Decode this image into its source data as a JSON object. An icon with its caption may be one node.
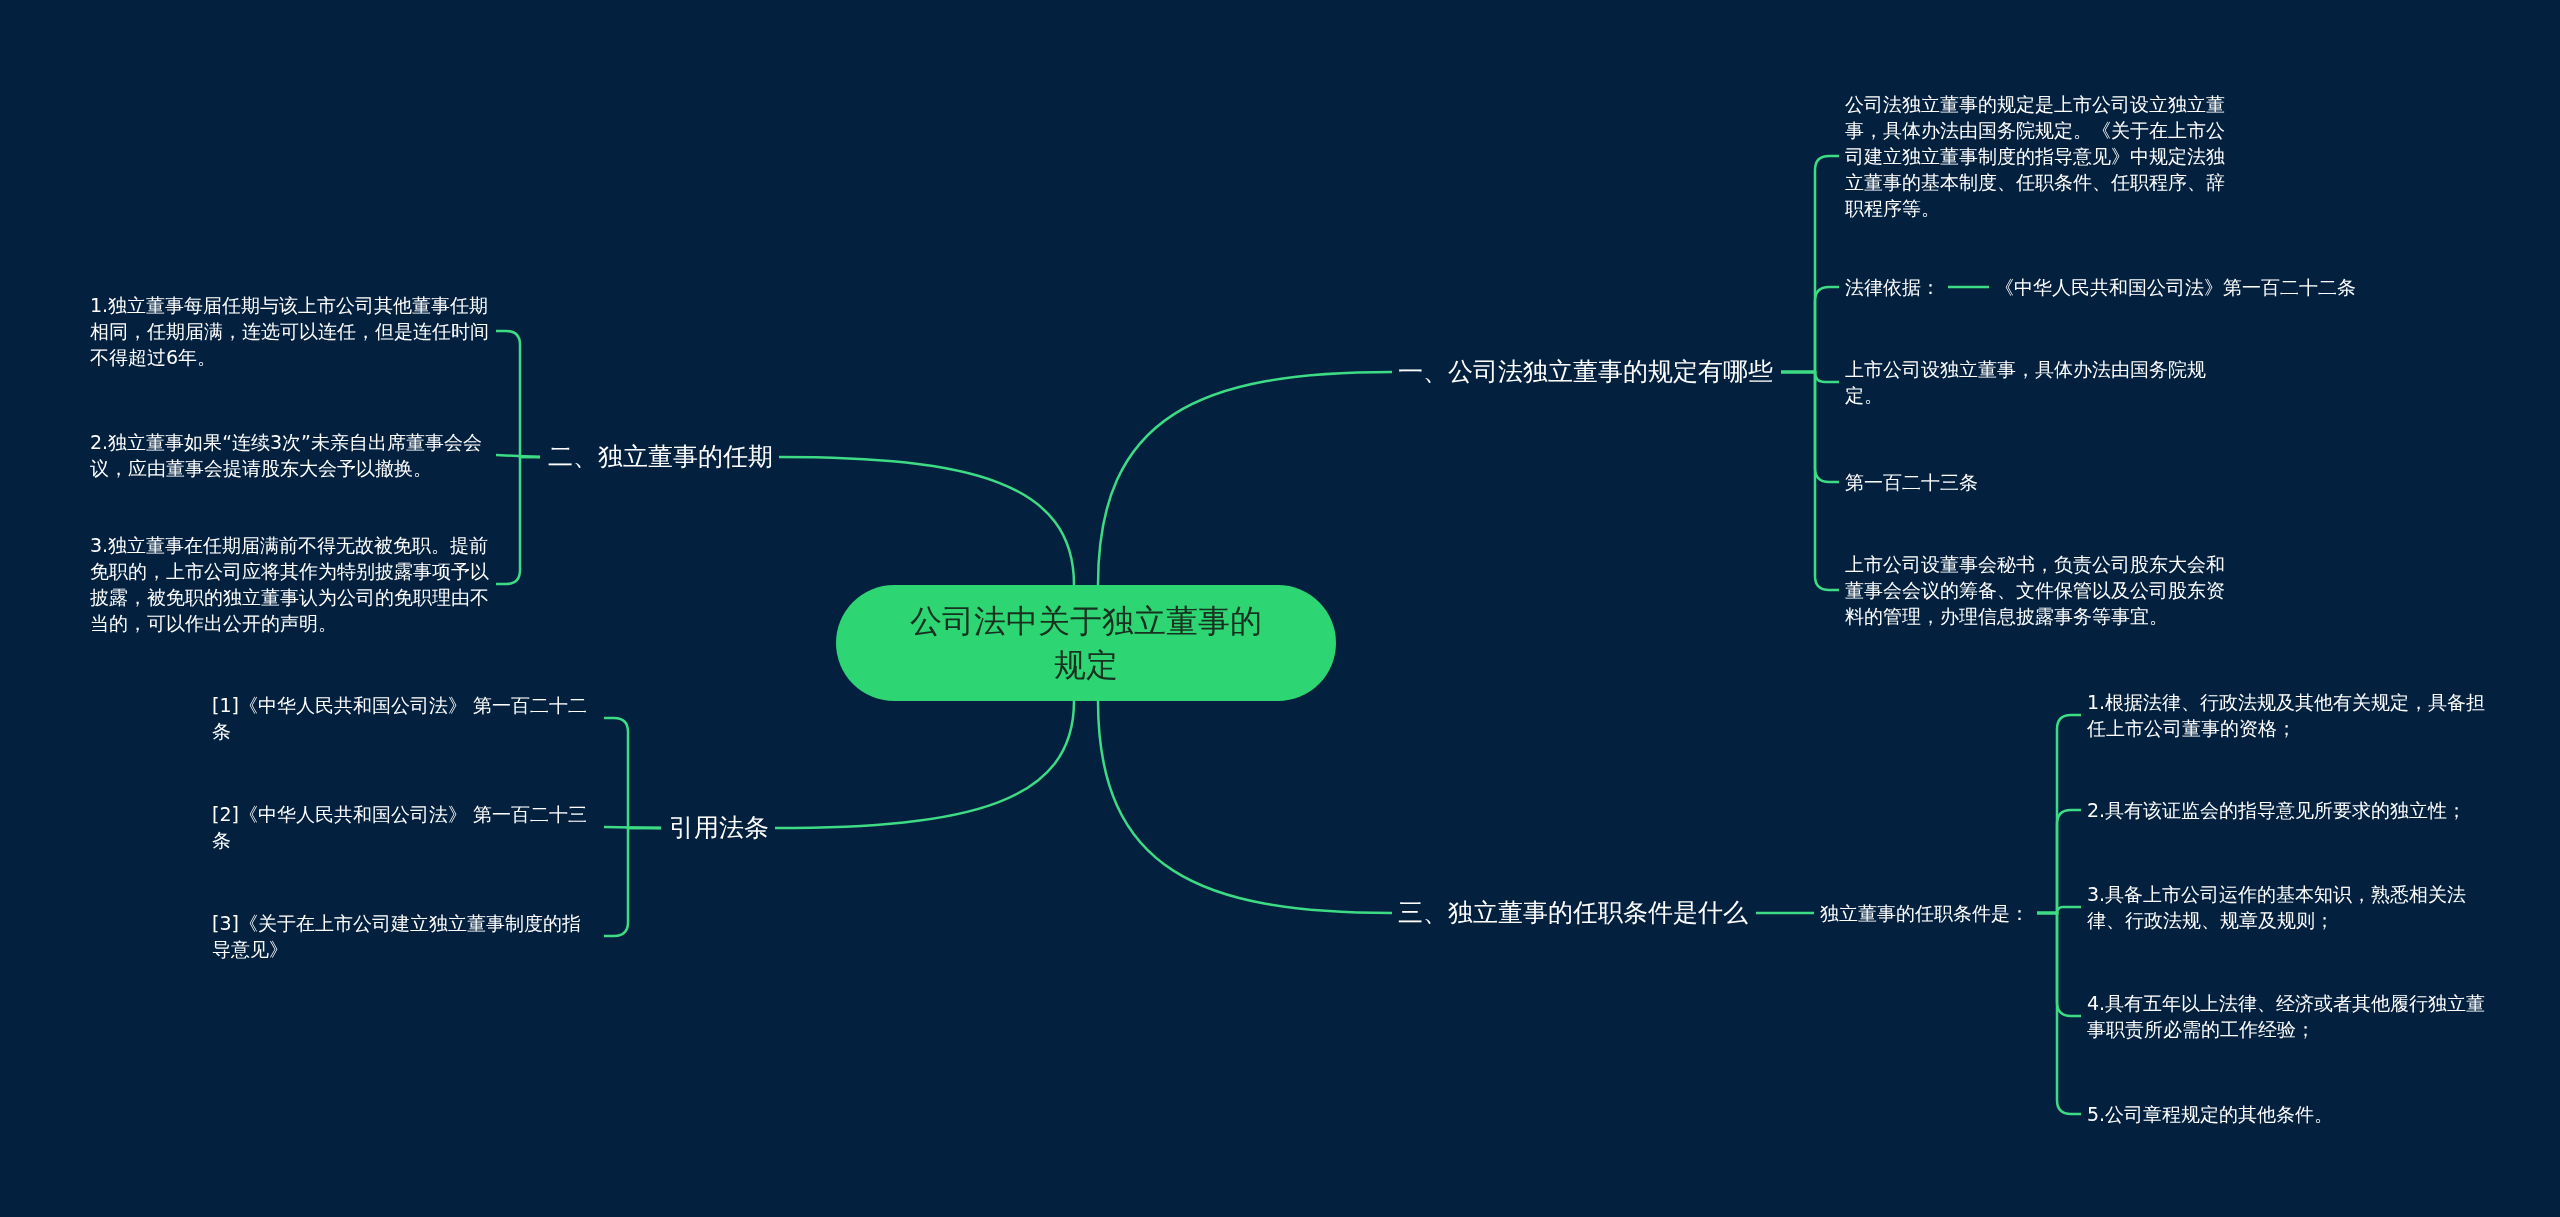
{
  "diagram": {
    "nodes": [
      {
        "text": [
          "公司法中关于独立董事的规定"
        ]
      },
      {
        "text": [
          "一、公司法独立董事的规定有哪些"
        ]
      },
      {
        "text": [
          "公司法独立董事的规定是上市公司设立独立董事，具体办法由国务院规定。《关于在上市公司建立独立董事制度的指导意见》中规定法独立董事的基本制度、任职条件、任职程序、辞职程序等。"
        ]
      },
      {
        "text": [
          "法律依据："
        ]
      },
      {
        "text": [
          "《中华人民共和国公司法》第一百二十二条"
        ]
      },
      {
        "text": [
          "上市公司设独立董事，具体办法由国务院规定。"
        ]
      },
      {
        "text": [
          "第一百二十三条"
        ]
      },
      {
        "text": [
          "上市公司设董事会秘书，负责公司股东大会和董事会会议的筹备、文件保管以及公司股东资料的管理，办理信息披露事务等事宜。"
        ]
      },
      {
        "text": [
          "二、独立董事的任期"
        ]
      },
      {
        "text": [
          "1.独立董事每届任期与该上市公司其他董事任期相同，任期届满，连选可以连任，但是连任时间不得超过6年。"
        ]
      },
      {
        "text": [
          "2.独立董事如果“连续3次”未亲自出席董事会会议，应由董事会提请股东大会予以撤换。"
        ]
      },
      {
        "text": [
          "3.独立董事在任期届满前不得无故被免职。提前免职的，上市公司应将其作为特别披露事项予以披露，被免职的独立董事认为公司的免职理由不当的，可以作出公开的声明。"
        ]
      },
      {
        "text": [
          "引用法条"
        ]
      },
      {
        "text": [
          "[1]《中华人民共和国公司法》 第一百二十二条"
        ]
      },
      {
        "text": [
          "[2]《中华人民共和国公司法》 第一百二十三条"
        ]
      },
      {
        "text": [
          "[3]《关于在上市公司建立独立董事制度的指导意见》"
        ]
      },
      {
        "text": [
          "三、独立董事的任职条件是什么"
        ]
      },
      {
        "text": [
          "独立董事的任职条件是："
        ]
      },
      {
        "text": [
          "1.根据法律、行政法规及其他有关规定，具备担任上市公司董事的资格；"
        ]
      },
      {
        "text": [
          "2.具有该证监会的指导意见所要求的独立性；"
        ]
      },
      {
        "text": [
          "3.具备上市公司运作的基本知识，熟悉相关法律、行政法规、规章及规则；"
        ]
      },
      {
        "text": [
          "4.具有五年以上法律、经济或者其他履行独立董事职责所必需的工作经验；"
        ]
      },
      {
        "text": [
          "5.公司章程规定的其他条件。"
        ]
      }
    ],
    "edges": [
      {
        "from": 0,
        "to": 1,
        "arrow": "none"
      },
      {
        "from": 0,
        "to": 8,
        "arrow": "none"
      },
      {
        "from": 0,
        "to": 12,
        "arrow": "none"
      },
      {
        "from": 0,
        "to": 16,
        "arrow": "none"
      },
      {
        "from": 1,
        "to": 2,
        "arrow": "none"
      },
      {
        "from": 1,
        "to": 3,
        "arrow": "none"
      },
      {
        "from": 3,
        "to": 4,
        "arrow": "none"
      },
      {
        "from": 1,
        "to": 5,
        "arrow": "none"
      },
      {
        "from": 1,
        "to": 6,
        "arrow": "none"
      },
      {
        "from": 1,
        "to": 7,
        "arrow": "none"
      },
      {
        "from": 8,
        "to": 9,
        "arrow": "none"
      },
      {
        "from": 8,
        "to": 10,
        "arrow": "none"
      },
      {
        "from": 8,
        "to": 11,
        "arrow": "none"
      },
      {
        "from": 12,
        "to": 13,
        "arrow": "none"
      },
      {
        "from": 12,
        "to": 14,
        "arrow": "none"
      },
      {
        "from": 12,
        "to": 15,
        "arrow": "none"
      },
      {
        "from": 16,
        "to": 17,
        "arrow": "none"
      },
      {
        "from": 17,
        "to": 18,
        "arrow": "none"
      },
      {
        "from": 17,
        "to": 19,
        "arrow": "none"
      },
      {
        "from": 17,
        "to": 20,
        "arrow": "none"
      },
      {
        "from": 17,
        "to": 21,
        "arrow": "none"
      },
      {
        "from": 17,
        "to": 22,
        "arrow": "none"
      }
    ]
  }
}
